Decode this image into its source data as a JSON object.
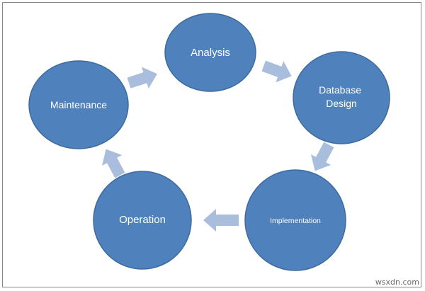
{
  "nodes": [
    {
      "id": "analysis",
      "label": "Analysis"
    },
    {
      "id": "database-design",
      "label": "Database Design",
      "lines": [
        "Database",
        "Design"
      ]
    },
    {
      "id": "implementation",
      "label": "Implementation"
    },
    {
      "id": "operation",
      "label": "Operation"
    },
    {
      "id": "maintenance",
      "label": "Maintenance"
    }
  ],
  "edges": [
    {
      "from": "maintenance",
      "to": "analysis"
    },
    {
      "from": "analysis",
      "to": "database-design"
    },
    {
      "from": "database-design",
      "to": "implementation"
    },
    {
      "from": "implementation",
      "to": "operation"
    },
    {
      "from": "operation",
      "to": "maintenance"
    }
  ],
  "colors": {
    "node_fill": "#4f81bd",
    "node_stroke": "#3d6b9e",
    "arrow_fill": "#a9bedc",
    "label_color": "#ffffff"
  },
  "watermark": "wsxdn.com"
}
